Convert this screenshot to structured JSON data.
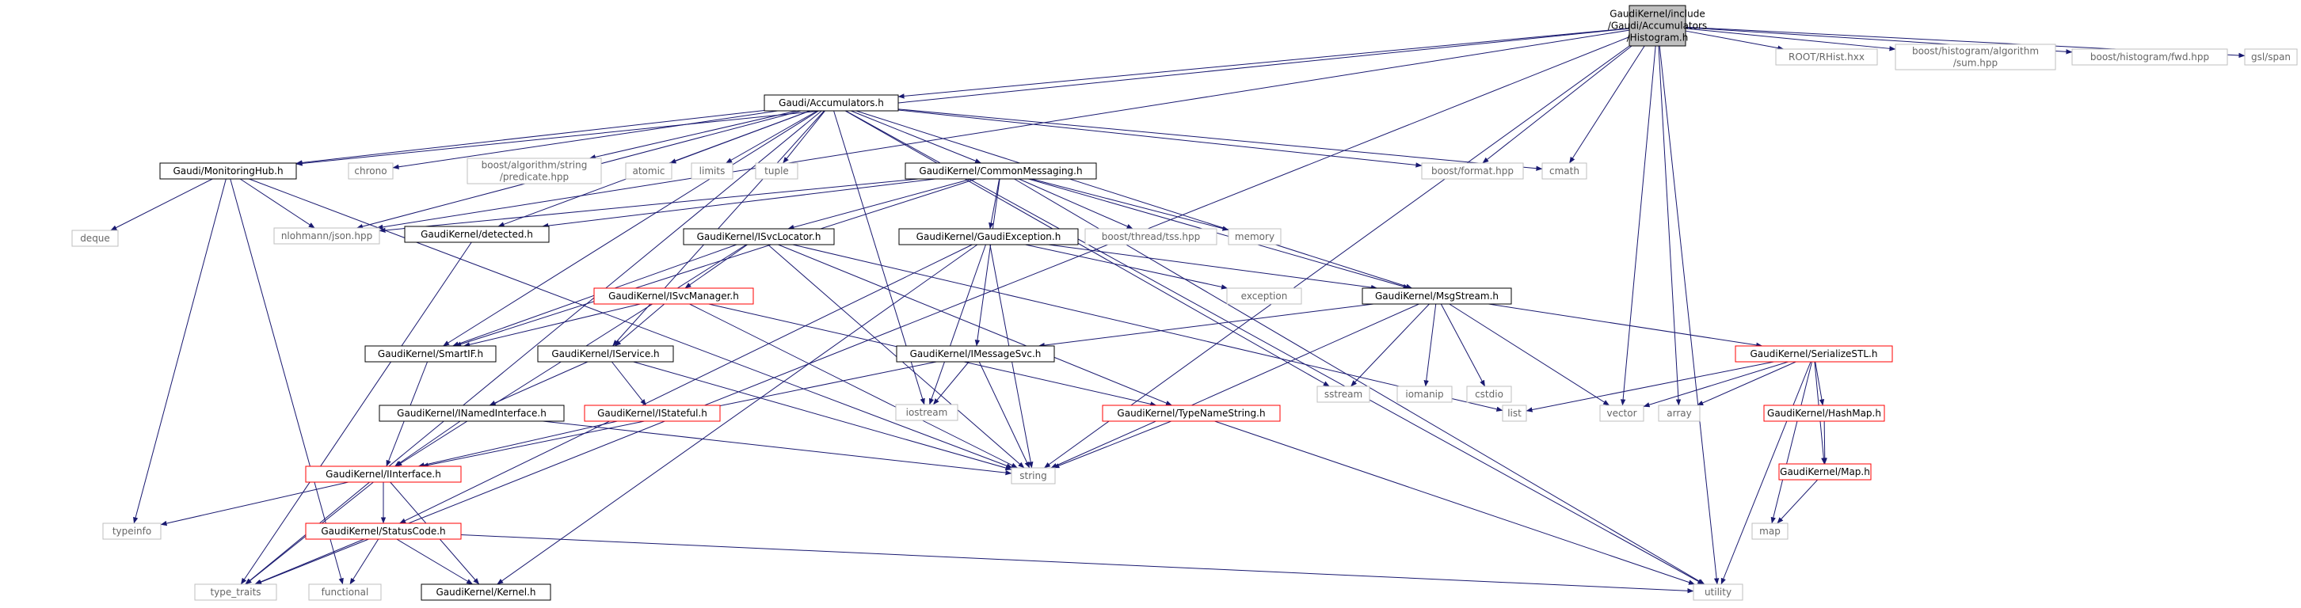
{
  "colors": {
    "edge": "#191970",
    "box_black": "#000000",
    "box_red": "#ff0000",
    "box_grey": "#bfbfbf",
    "root_fill": "#bfbfbf",
    "text": "#000000",
    "text_grey": "#666666"
  },
  "nodes": [
    {
      "id": "root",
      "label": "GaudiKernel/include\n/Gaudi/Accumulators\n/Histogram.h",
      "style": "root"
    },
    {
      "id": "acc",
      "label": "Gaudi/Accumulators.h",
      "style": "black"
    },
    {
      "id": "roothist",
      "label": "ROOT/RHist.hxx",
      "style": "grey"
    },
    {
      "id": "bsum",
      "label": "boost/histogram/algorithm\n/sum.hpp",
      "style": "grey"
    },
    {
      "id": "bfwd",
      "label": "boost/histogram/fwd.hpp",
      "style": "grey"
    },
    {
      "id": "gsl",
      "label": "gsl/span",
      "style": "grey"
    },
    {
      "id": "mhub",
      "label": "Gaudi/MonitoringHub.h",
      "style": "black"
    },
    {
      "id": "chrono",
      "label": "chrono",
      "style": "grey"
    },
    {
      "id": "bpred",
      "label": "boost/algorithm/string\n/predicate.hpp",
      "style": "grey"
    },
    {
      "id": "atomic",
      "label": "atomic",
      "style": "grey"
    },
    {
      "id": "limits",
      "label": "limits",
      "style": "grey"
    },
    {
      "id": "tuple",
      "label": "tuple",
      "style": "grey"
    },
    {
      "id": "cmsg",
      "label": "GaudiKernel/CommonMessaging.h",
      "style": "black"
    },
    {
      "id": "bformat",
      "label": "boost/format.hpp",
      "style": "grey"
    },
    {
      "id": "cmath",
      "label": "cmath",
      "style": "grey"
    },
    {
      "id": "deque",
      "label": "deque",
      "style": "grey"
    },
    {
      "id": "json",
      "label": "nlohmann/json.hpp",
      "style": "grey"
    },
    {
      "id": "detected",
      "label": "GaudiKernel/detected.h",
      "style": "black"
    },
    {
      "id": "isvcloc",
      "label": "GaudiKernel/ISvcLocator.h",
      "style": "black"
    },
    {
      "id": "gexc",
      "label": "GaudiKernel/GaudiException.h",
      "style": "black"
    },
    {
      "id": "btss",
      "label": "boost/thread/tss.hpp",
      "style": "grey"
    },
    {
      "id": "memory",
      "label": "memory",
      "style": "grey"
    },
    {
      "id": "exception",
      "label": "exception",
      "style": "grey"
    },
    {
      "id": "msgstream",
      "label": "GaudiKernel/MsgStream.h",
      "style": "black"
    },
    {
      "id": "isvcmgr",
      "label": "GaudiKernel/ISvcManager.h",
      "style": "red"
    },
    {
      "id": "smartif",
      "label": "GaudiKernel/SmartIF.h",
      "style": "black"
    },
    {
      "id": "iservice",
      "label": "GaudiKernel/IService.h",
      "style": "black"
    },
    {
      "id": "imsgsvc",
      "label": "GaudiKernel/IMessageSvc.h",
      "style": "black"
    },
    {
      "id": "sstream",
      "label": "sstream",
      "style": "grey"
    },
    {
      "id": "iomanip",
      "label": "iomanip",
      "style": "grey"
    },
    {
      "id": "cstdio",
      "label": "cstdio",
      "style": "grey"
    },
    {
      "id": "serstl",
      "label": "GaudiKernel/SerializeSTL.h",
      "style": "red"
    },
    {
      "id": "inamed",
      "label": "GaudiKernel/INamedInterface.h",
      "style": "black"
    },
    {
      "id": "istateful",
      "label": "GaudiKernel/IStateful.h",
      "style": "red"
    },
    {
      "id": "iostream",
      "label": "iostream",
      "style": "grey"
    },
    {
      "id": "typename",
      "label": "GaudiKernel/TypeNameString.h",
      "style": "red"
    },
    {
      "id": "list",
      "label": "list",
      "style": "grey"
    },
    {
      "id": "vector",
      "label": "vector",
      "style": "grey"
    },
    {
      "id": "array",
      "label": "array",
      "style": "grey"
    },
    {
      "id": "hashmap",
      "label": "GaudiKernel/HashMap.h",
      "style": "red"
    },
    {
      "id": "iinterface",
      "label": "GaudiKernel/IInterface.h",
      "style": "red"
    },
    {
      "id": "string",
      "label": "string",
      "style": "grey"
    },
    {
      "id": "map_h",
      "label": "GaudiKernel/Map.h",
      "style": "red"
    },
    {
      "id": "typeinfo",
      "label": "typeinfo",
      "style": "grey"
    },
    {
      "id": "statuscode",
      "label": "GaudiKernel/StatusCode.h",
      "style": "red"
    },
    {
      "id": "map",
      "label": "map",
      "style": "grey"
    },
    {
      "id": "typetraits",
      "label": "type_traits",
      "style": "grey"
    },
    {
      "id": "functional",
      "label": "functional",
      "style": "grey"
    },
    {
      "id": "kernel",
      "label": "GaudiKernel/Kernel.h",
      "style": "black"
    },
    {
      "id": "utility",
      "label": "utility",
      "style": "grey"
    }
  ],
  "edges": [
    [
      "root",
      "acc"
    ],
    [
      "root",
      "roothist"
    ],
    [
      "root",
      "bsum"
    ],
    [
      "root",
      "bfwd"
    ],
    [
      "root",
      "gsl"
    ],
    [
      "root",
      "mhub"
    ],
    [
      "root",
      "typetraits"
    ],
    [
      "root",
      "json"
    ],
    [
      "root",
      "bformat"
    ],
    [
      "root",
      "cmath"
    ],
    [
      "root",
      "string"
    ],
    [
      "root",
      "vector"
    ],
    [
      "root",
      "array"
    ],
    [
      "root",
      "utility"
    ],
    [
      "acc",
      "mhub"
    ],
    [
      "acc",
      "chrono"
    ],
    [
      "acc",
      "bpred"
    ],
    [
      "acc",
      "atomic"
    ],
    [
      "acc",
      "limits"
    ],
    [
      "acc",
      "tuple"
    ],
    [
      "acc",
      "cmsg"
    ],
    [
      "acc",
      "bformat"
    ],
    [
      "acc",
      "cmath"
    ],
    [
      "acc",
      "json"
    ],
    [
      "acc",
      "detected"
    ],
    [
      "acc",
      "msgstream"
    ],
    [
      "acc",
      "smartif"
    ],
    [
      "acc",
      "iservice"
    ],
    [
      "acc",
      "typetraits"
    ],
    [
      "acc",
      "sstream"
    ],
    [
      "acc",
      "iostream"
    ],
    [
      "acc",
      "utility"
    ],
    [
      "mhub",
      "deque"
    ],
    [
      "mhub",
      "json"
    ],
    [
      "mhub",
      "typeinfo"
    ],
    [
      "mhub",
      "functional"
    ],
    [
      "mhub",
      "string"
    ],
    [
      "cmsg",
      "detected"
    ],
    [
      "cmsg",
      "json"
    ],
    [
      "cmsg",
      "isvcloc"
    ],
    [
      "cmsg",
      "gexc"
    ],
    [
      "cmsg",
      "btss"
    ],
    [
      "cmsg",
      "memory"
    ],
    [
      "cmsg",
      "msgstream"
    ],
    [
      "cmsg",
      "imsgsvc"
    ],
    [
      "cmsg",
      "smartif"
    ],
    [
      "cmsg",
      "utility"
    ],
    [
      "detected",
      "typetraits"
    ],
    [
      "isvcloc",
      "isvcmgr"
    ],
    [
      "isvcloc",
      "smartif"
    ],
    [
      "isvcloc",
      "typename"
    ],
    [
      "isvcloc",
      "string"
    ],
    [
      "isvcloc",
      "list"
    ],
    [
      "isvcloc",
      "iinterface"
    ],
    [
      "gexc",
      "exception"
    ],
    [
      "gexc",
      "msgstream"
    ],
    [
      "gexc",
      "string"
    ],
    [
      "gexc",
      "iostream"
    ],
    [
      "gexc",
      "kernel"
    ],
    [
      "gexc",
      "statuscode"
    ],
    [
      "msgstream",
      "imsgsvc"
    ],
    [
      "msgstream",
      "sstream"
    ],
    [
      "msgstream",
      "iomanip"
    ],
    [
      "msgstream",
      "cstdio"
    ],
    [
      "msgstream",
      "serstl"
    ],
    [
      "msgstream",
      "string"
    ],
    [
      "msgstream",
      "vector"
    ],
    [
      "isvcmgr",
      "smartif"
    ],
    [
      "isvcmgr",
      "iservice"
    ],
    [
      "isvcmgr",
      "typename"
    ],
    [
      "isvcmgr",
      "string"
    ],
    [
      "smartif",
      "iinterface"
    ],
    [
      "iservice",
      "inamed"
    ],
    [
      "iservice",
      "istateful"
    ],
    [
      "iservice",
      "string"
    ],
    [
      "imsgsvc",
      "iostream"
    ],
    [
      "imsgsvc",
      "string"
    ],
    [
      "imsgsvc",
      "iinterface"
    ],
    [
      "serstl",
      "list"
    ],
    [
      "serstl",
      "vector"
    ],
    [
      "serstl",
      "array"
    ],
    [
      "serstl",
      "hashmap"
    ],
    [
      "serstl",
      "map_h"
    ],
    [
      "serstl",
      "map"
    ],
    [
      "serstl",
      "utility"
    ],
    [
      "inamed",
      "iinterface"
    ],
    [
      "inamed",
      "string"
    ],
    [
      "istateful",
      "iinterface"
    ],
    [
      "typename",
      "string"
    ],
    [
      "typename",
      "utility"
    ],
    [
      "hashmap",
      "map_h"
    ],
    [
      "map_h",
      "map"
    ],
    [
      "iinterface",
      "typeinfo"
    ],
    [
      "iinterface",
      "statuscode"
    ],
    [
      "iinterface",
      "kernel"
    ],
    [
      "iinterface",
      "typetraits"
    ],
    [
      "statuscode",
      "typetraits"
    ],
    [
      "statuscode",
      "functional"
    ],
    [
      "statuscode",
      "kernel"
    ],
    [
      "statuscode",
      "utility"
    ]
  ]
}
